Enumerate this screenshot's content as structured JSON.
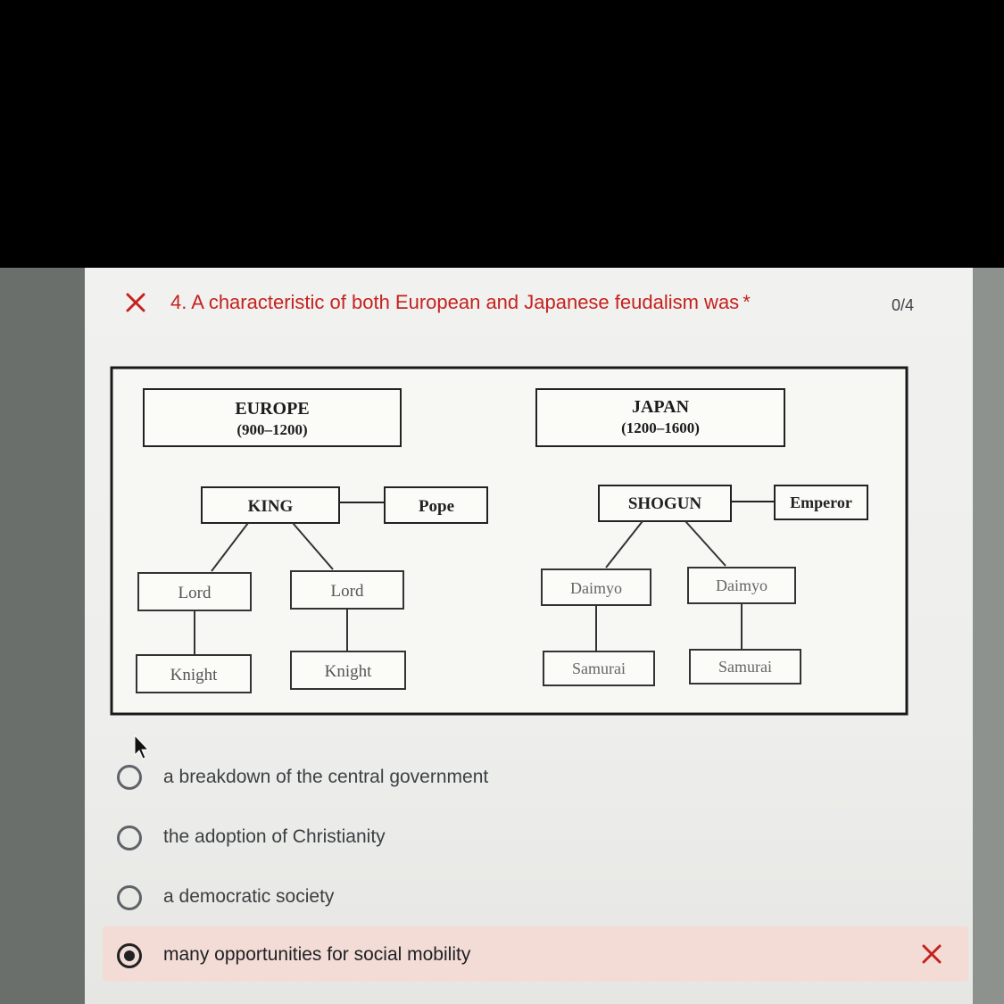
{
  "question": {
    "number_text": "4. A characteristic of both European and Japanese feudalism was",
    "required_mark": "*",
    "score": "0/4",
    "status_color": "#c5221f"
  },
  "diagram": {
    "europe": {
      "title": "EUROPE",
      "period": "(900–1200)",
      "top": "KING",
      "side": "Pope",
      "mid": [
        "Lord",
        "Lord"
      ],
      "bottom": [
        "Knight",
        "Knight"
      ]
    },
    "japan": {
      "title": "JAPAN",
      "period": "(1200–1600)",
      "top": "SHOGUN",
      "side": "Emperor",
      "mid": [
        "Daimyo",
        "Daimyo"
      ],
      "bottom": [
        "Samurai",
        "Samurai"
      ]
    }
  },
  "options": [
    {
      "label": "a breakdown of the central government",
      "selected": false
    },
    {
      "label": "the adoption of Christianity",
      "selected": false
    },
    {
      "label": "a democratic society",
      "selected": false
    },
    {
      "label": "many opportunities for social mobility",
      "selected": true,
      "incorrect": true
    }
  ],
  "icons": {
    "header_status": "close-icon",
    "wrong_mark": "close-icon",
    "pointer": "cursor-arrow-icon"
  }
}
